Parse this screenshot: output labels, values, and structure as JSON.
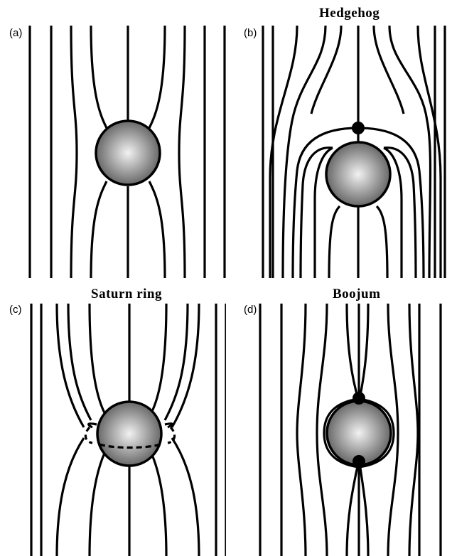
{
  "panels": [
    {
      "label": "(a)",
      "title": "",
      "defect": "none"
    },
    {
      "label": "(b)",
      "title": "Hedgehog",
      "defect": "point"
    },
    {
      "label": "(c)",
      "title": "Saturn ring",
      "defect": "ring"
    },
    {
      "label": "(d)",
      "title": "Boojum",
      "defect": "surface"
    }
  ],
  "colors": {
    "line": "#000000",
    "particle_light": "#f2f2f2",
    "particle_dark": "#5a5a5a",
    "background": "#ffffff"
  }
}
